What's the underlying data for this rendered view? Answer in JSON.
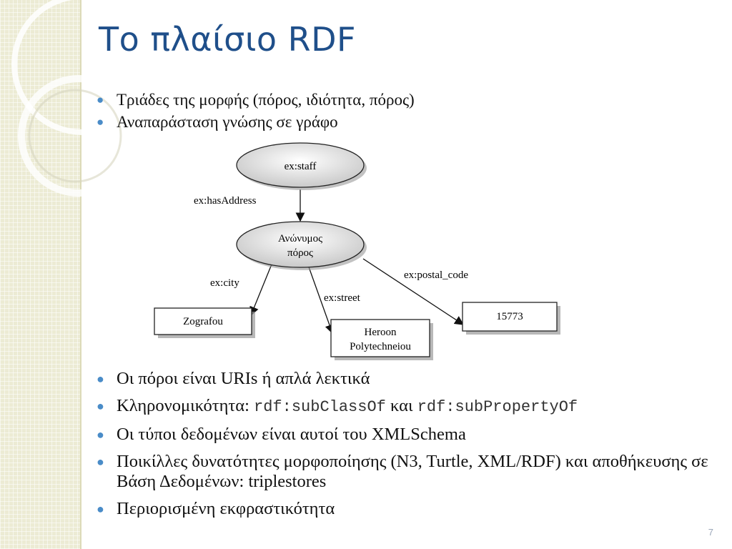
{
  "slide": {
    "title": "Το πλαίσιο RDF",
    "page_number": "7",
    "bullets_top": [
      {
        "text": "Τριάδες της μορφής (πόρος, ιδιότητα, πόρος)"
      },
      {
        "text": "Αναπαράσταση γνώσης σε γράφο"
      }
    ],
    "bullets_bottom": [
      {
        "text": "Οι πόροι είναι URIs ή απλά λεκτικά"
      },
      {
        "prefix": "Κληρονομικότητα: ",
        "code1": "rdf:subClassOf",
        "middle": " και ",
        "code2": "rdf:subPropertyOf"
      },
      {
        "text": "Οι τύποι δεδομένων είναι αυτοί του XMLSchema"
      },
      {
        "text": "Ποικίλλες δυνατότητες μορφοποίησης (N3, Turtle, XML/RDF) και αποθήκευσης σε Βάση Δεδομένων: triplestores"
      },
      {
        "text": "Περιορισμένη εκφραστικότητα"
      }
    ]
  },
  "diagram": {
    "nodes": {
      "staff": "ex:staff",
      "anon_line1": "Ανώνυμος",
      "anon_line2": "πόρος",
      "zografou": "Zografou",
      "heroon_line1": "Heroon",
      "heroon_line2": "Polytechneiou",
      "postal": "15773"
    },
    "edges": {
      "hasAddress": "ex:hasAddress",
      "city": "ex:city",
      "street": "ex:street",
      "postal_code": "ex:postal_code"
    }
  },
  "colors": {
    "title": "#1f4f8a",
    "bullet": "#4a8cc8",
    "sidebar": "#ecebd4"
  }
}
